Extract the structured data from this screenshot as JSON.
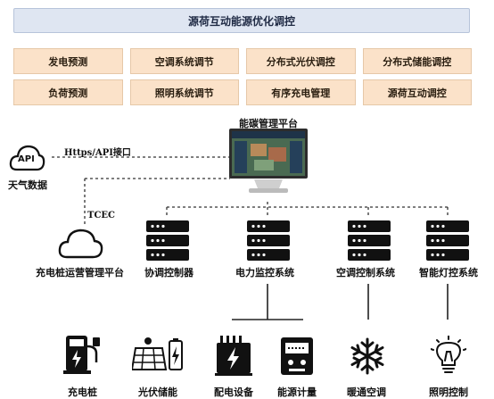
{
  "title": "源荷互动能源优化调控",
  "functions": [
    "发电预测",
    "空调系统调节",
    "分布式光伏调控",
    "分布式储能调控",
    "负荷预测",
    "照明系统调节",
    "有序充电管理",
    "源荷互动调控"
  ],
  "platform": {
    "label": "能碳管理平台"
  },
  "api": {
    "label": "Https/API接口",
    "icon_text": "API",
    "weather_label": "天气数据"
  },
  "tcec": {
    "label": "TCEC"
  },
  "systems": {
    "charging_platform": "充电桩运营管理平台",
    "coord_controller": "协调控制器",
    "power_monitor": "电力监控系统",
    "ac_control": "空调控制系统",
    "light_control": "智能灯控系统"
  },
  "devices": {
    "charger": "充电桩",
    "pv_storage": "光伏储能",
    "distribution": "配电设备",
    "metering": "能源计量",
    "hvac": "暖通空调",
    "lighting": "照明控制"
  },
  "colors": {
    "title_bg": "#dfe6f2",
    "func_bg": "#fbe2c9",
    "icon": "#111111"
  }
}
